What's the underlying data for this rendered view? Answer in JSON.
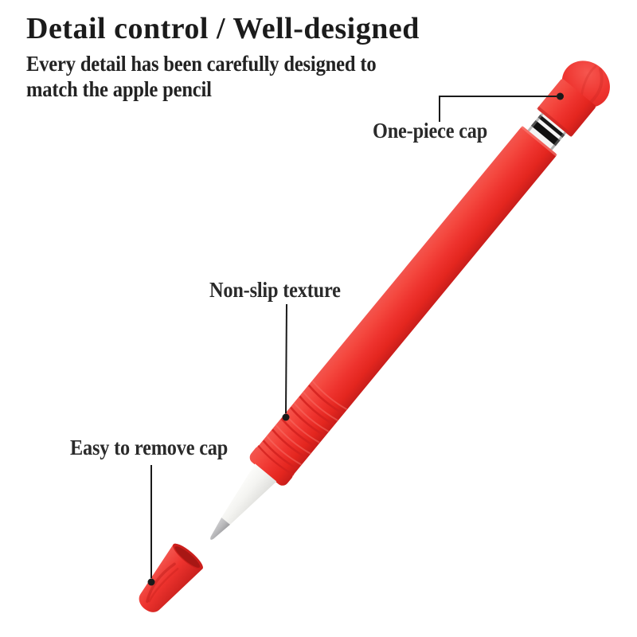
{
  "page": {
    "background": "#ffffff"
  },
  "header": {
    "title": "Detail control / Well-designed",
    "subtitle_line1": "Every detail has been carefully designed to",
    "subtitle_line2": "match the apple pencil"
  },
  "callouts": {
    "one_piece_cap": {
      "label": "One-piece cap"
    },
    "non_slip_texture": {
      "label": "Non-slip texture"
    },
    "easy_to_remove_cap": {
      "label": "Easy to remove cap"
    }
  },
  "theme": {
    "page_background": "#ffffff",
    "text_color": "#222222",
    "callout_color": "#1a1a1a",
    "case_red": "#ee332e",
    "case_red_highlight": "#f3544d",
    "case_red_shadow": "#ca1e1b",
    "pencil_white": "#f4f4f1",
    "pencil_nib_gray": "#b9b9bb",
    "metal_ring_white": "#f4f4f4",
    "metal_ring_black": "#111111"
  }
}
